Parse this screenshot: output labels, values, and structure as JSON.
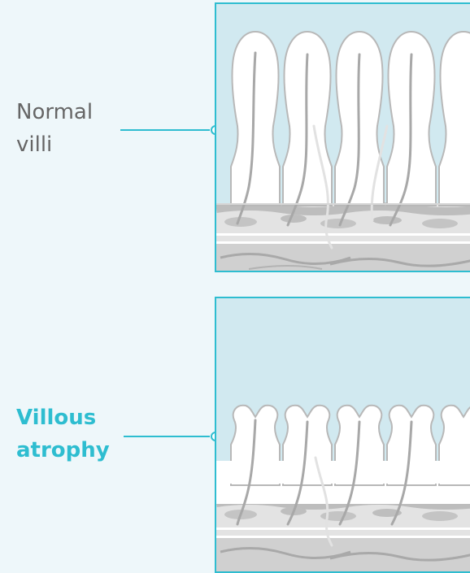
{
  "labels": {
    "normal": {
      "line1": "Normal",
      "line2": "villi"
    },
    "atrophy": {
      "line1": "Villous",
      "line2": "atrophy"
    }
  },
  "colors": {
    "accent": "#2ebdd0",
    "normal_label": "#666666",
    "atrophy_label": "#2ebdd0",
    "lumen": "#d1e9f0",
    "villus": "#ffffff",
    "tissue": "#cfcfcf"
  },
  "icons": [
    "leader-line",
    "connector-dot",
    "villi-illustration",
    "atrophied-villi-illustration"
  ]
}
